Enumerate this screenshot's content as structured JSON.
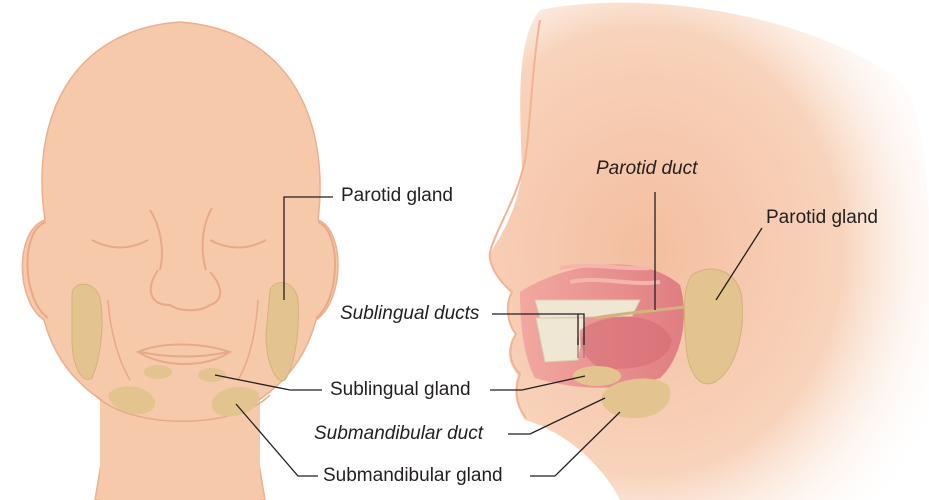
{
  "labels": {
    "front_parotid": "Parotid gland",
    "parotid_duct": "Parotid duct",
    "side_parotid": "Parotid gland",
    "sublingual_ducts": "Sublingual ducts",
    "sublingual_gland": "Sublingual gland",
    "submandibular_duct": "Submandibular duct",
    "submandibular_gland": "Submandibular gland"
  },
  "colors": {
    "skin": "#f7c9ab",
    "skin_line": "#e8a987",
    "gland": "#e3c48e",
    "gland_edge": "#c9a46a",
    "mouth": "#e88d8d",
    "leader": "#231f20"
  }
}
